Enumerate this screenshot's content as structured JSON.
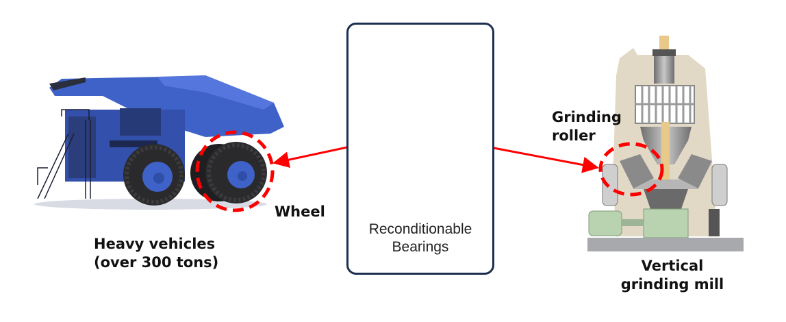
{
  "diagram": {
    "left": {
      "title_line1": "Heavy vehicles",
      "title_line2": "(over 300 tons)",
      "callout": "Wheel",
      "image": "mining-dump-truck",
      "truck_color": "#3f62c8"
    },
    "center": {
      "label_line1": "Reconditionable",
      "label_line2": "Bearings",
      "image": "tapered-roller-bearing",
      "border_color": "#1c2e4f"
    },
    "right": {
      "title_line1": "Vertical",
      "title_line2": "grinding mill",
      "callout_line1": "Grinding",
      "callout_line2": "roller",
      "image": "vertical-grinding-mill"
    },
    "colors": {
      "arrow": "#ff0000",
      "highlight_circle": "#ff0000"
    }
  }
}
